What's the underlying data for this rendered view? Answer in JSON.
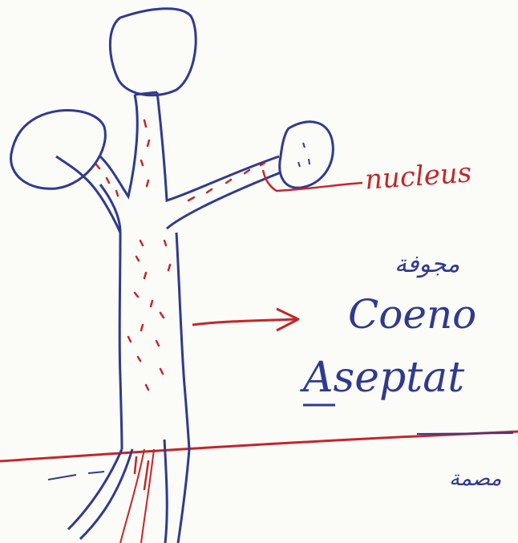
{
  "labels": {
    "nucleus": "nucleus",
    "arabic_note": "مجوفة",
    "coeno": "Coeno",
    "aseptat": "Aseptat",
    "arabic_note_2": "مصمة"
  },
  "colors": {
    "ink_blue": "#2f3a8f",
    "ink_red": "#c3262a",
    "paper": "#fbfbf8"
  }
}
